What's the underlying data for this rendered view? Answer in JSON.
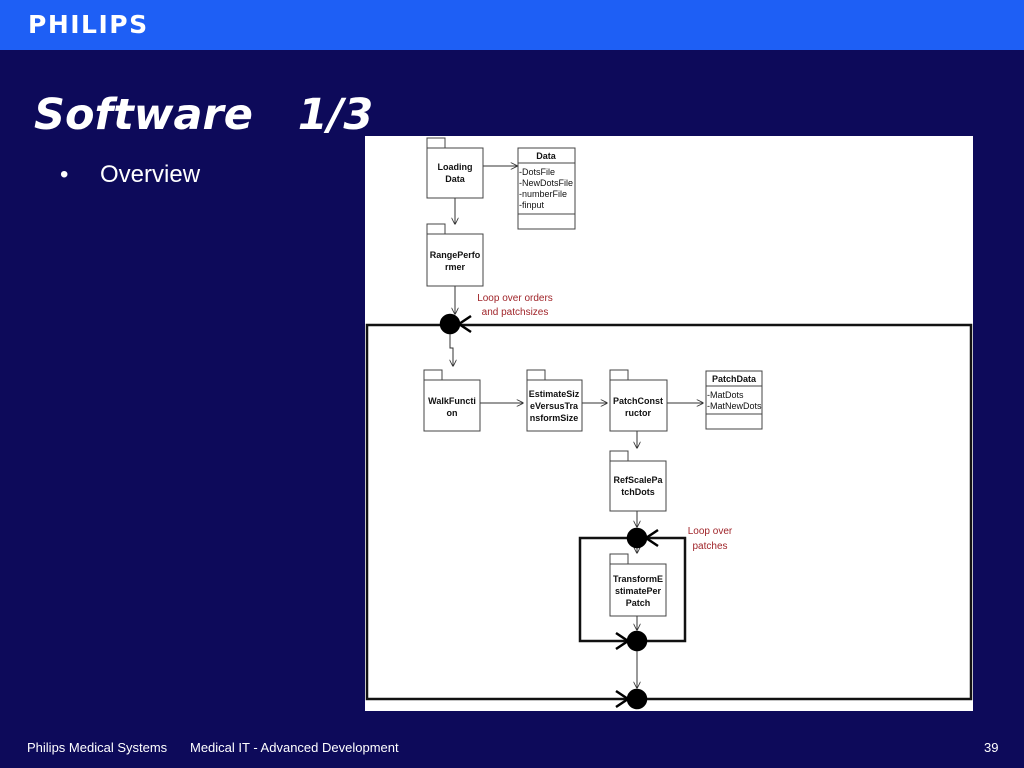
{
  "header": {
    "brand": "PHILIPS"
  },
  "slide": {
    "title": "Software   1/3",
    "bullets": [
      "Overview"
    ]
  },
  "diagram": {
    "packages": {
      "loading_data": [
        "Loading",
        "Data"
      ],
      "range_performer": [
        "RangePerfo",
        "rmer"
      ],
      "walk_function": [
        "WalkFuncti",
        "on"
      ],
      "estimate_size": [
        "EstimateSiz",
        "eVersusTra",
        "nsformSize"
      ],
      "patch_constructor": [
        "PatchConst",
        "ructor"
      ],
      "ref_scale": [
        "RefScalePa",
        "tchDots"
      ],
      "transform_estimate": [
        "TransformE",
        "stimatePer",
        "Patch"
      ]
    },
    "classes": {
      "data": {
        "name": "Data",
        "attributes": [
          "-DotsFile",
          "-NewDotsFile",
          "-numberFile",
          "-finput"
        ]
      },
      "patch_data": {
        "name": "PatchData",
        "attributes": [
          "-MatDots",
          "-MatNewDots"
        ]
      }
    },
    "notes": {
      "loop_orders": [
        "Loop over orders",
        "and patchsizes"
      ],
      "loop_patches": [
        "Loop over",
        "patches"
      ]
    },
    "colors": {
      "note": "#a0252a",
      "line": "#111111"
    }
  },
  "footer": {
    "company": "Philips Medical Systems",
    "department": "Medical IT - Advanced Development",
    "page": "39"
  }
}
